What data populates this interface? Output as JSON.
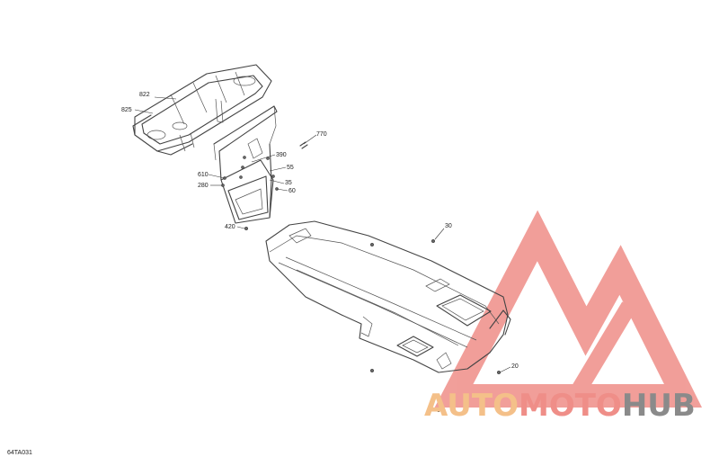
{
  "diagram": {
    "callouts": [
      {
        "id": "822",
        "label": "822"
      },
      {
        "id": "825",
        "label": "825"
      },
      {
        "id": "770",
        "label": "770"
      },
      {
        "id": "390",
        "label": "390"
      },
      {
        "id": "55",
        "label": "55"
      },
      {
        "id": "610",
        "label": "610"
      },
      {
        "id": "35",
        "label": "35"
      },
      {
        "id": "280",
        "label": "280"
      },
      {
        "id": "60",
        "label": "60"
      },
      {
        "id": "420",
        "label": "420"
      },
      {
        "id": "30",
        "label": "30"
      },
      {
        "id": "20",
        "label": "20"
      }
    ],
    "reference_code": "64TA031"
  },
  "watermark": {
    "part1": "AUTO",
    "part2": "MOTO",
    "part3": "HUB",
    "colors": {
      "auto": "#f4c089",
      "moto": "#ef8e88",
      "hub": "#8a8a8a",
      "logo": "#ef8e88"
    },
    "icon": "triangle-logo-icon"
  }
}
